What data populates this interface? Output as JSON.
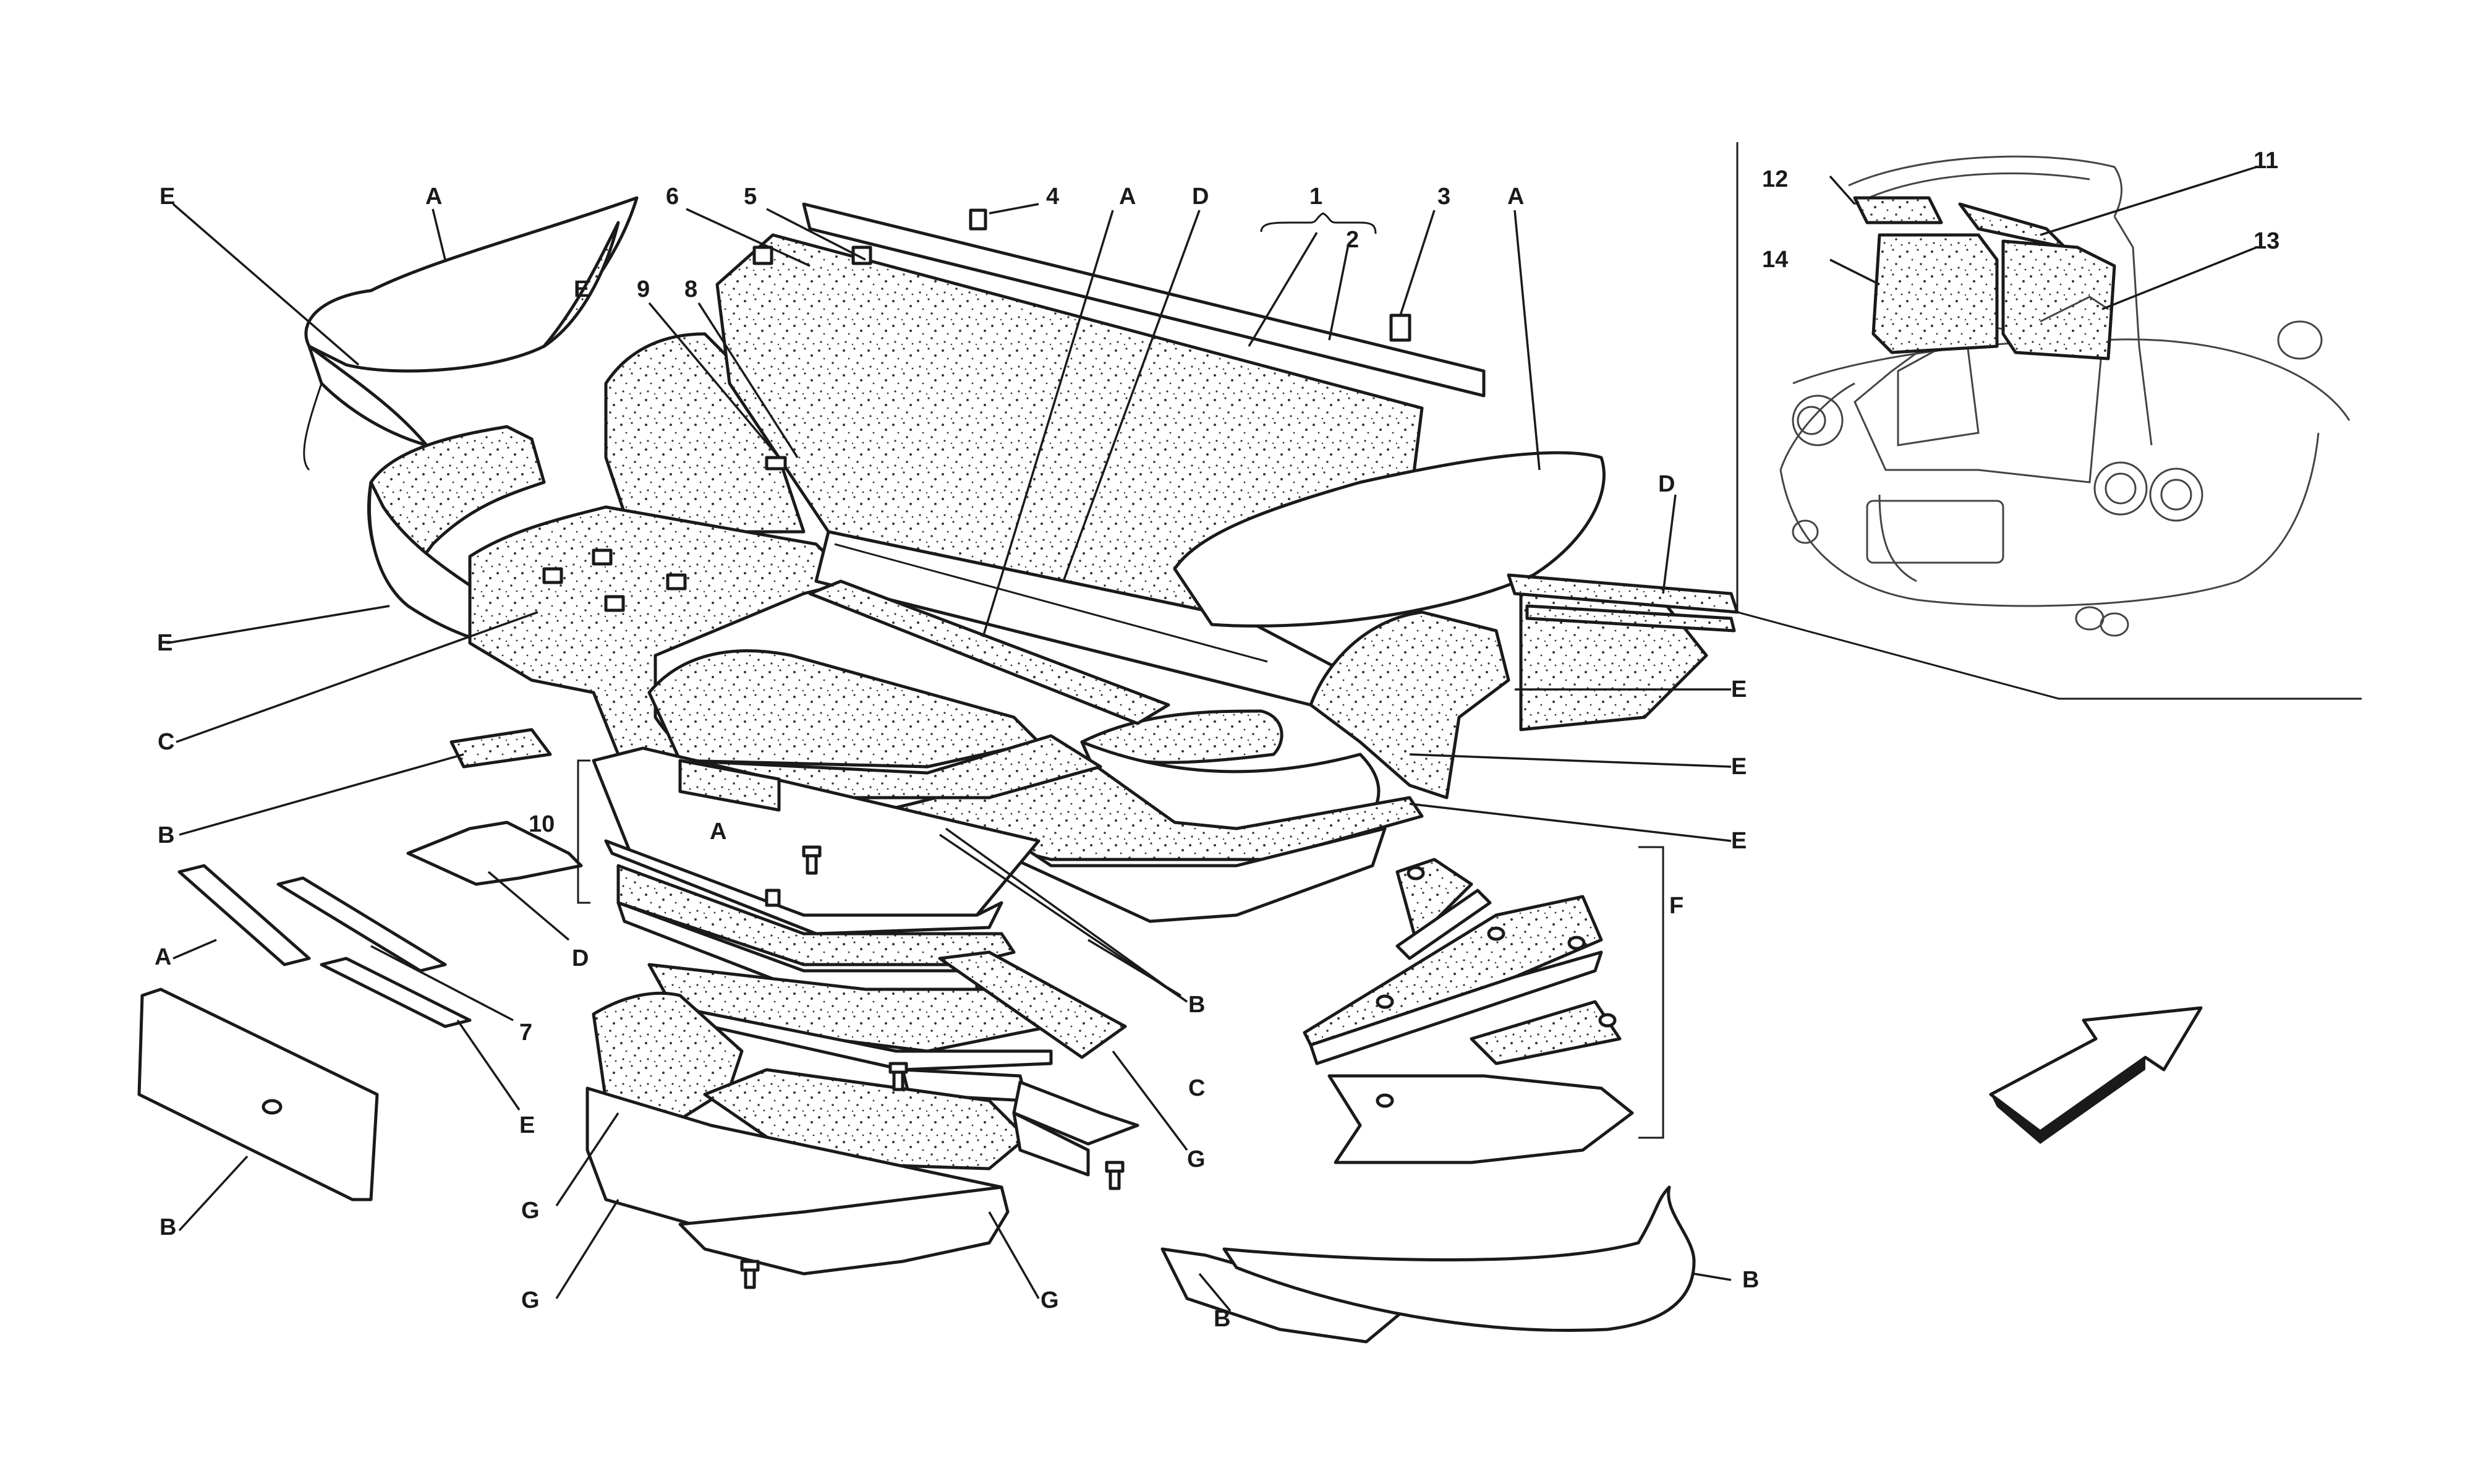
{
  "labels": {
    "ref_1": "1",
    "ref_2": "2",
    "ref_3": "3",
    "ref_4": "4",
    "ref_5": "5",
    "ref_6": "6",
    "ref_7": "7",
    "ref_8": "8",
    "ref_9": "9",
    "ref_10": "10",
    "ref_11": "11",
    "ref_12": "12",
    "ref_13": "13",
    "ref_14": "14",
    "A": "A",
    "B": "B",
    "C": "C",
    "D": "D",
    "E": "E",
    "F": "F",
    "G": "G"
  },
  "icons": {
    "direction": "arrow-direction-icon",
    "fastener": "screw-icon"
  },
  "colors": {
    "line": "#1a1a1a",
    "felt_fill": "#ffffff",
    "speckle": "#333333"
  }
}
